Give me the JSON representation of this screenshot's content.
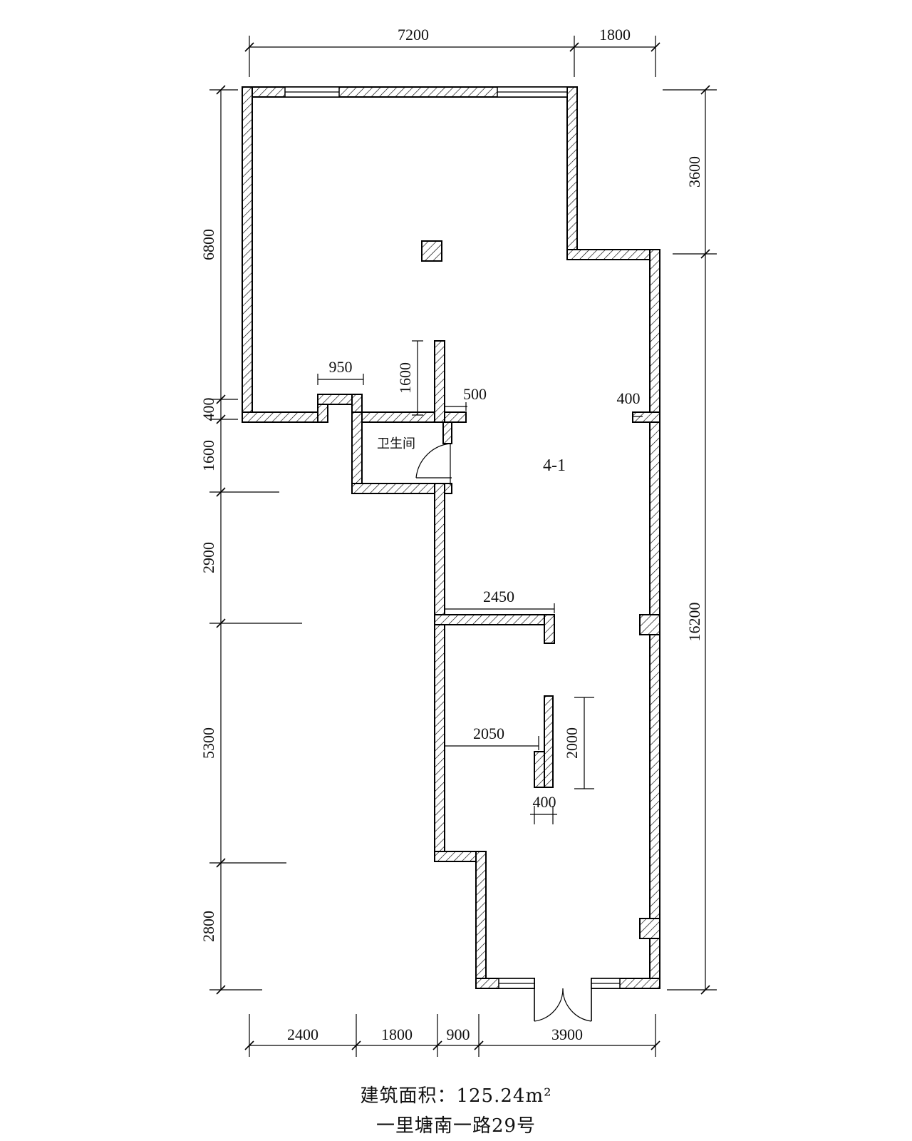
{
  "dimensions": {
    "top": [
      "7200",
      "1800"
    ],
    "bottom": [
      "2400",
      "1800",
      "900",
      "3900"
    ],
    "left": [
      "6800",
      "400",
      "1600",
      "2900",
      "5300",
      "2800"
    ],
    "right": [
      "3600",
      "16200"
    ],
    "interior": {
      "d950": "950",
      "d1600": "1600",
      "d500": "500",
      "d400_right": "400",
      "d2450": "2450",
      "d2050": "2050",
      "d2000": "2000",
      "d400_bottom": "400"
    }
  },
  "labels": {
    "bathroom": "卫生间",
    "unit": "4-1"
  },
  "caption": {
    "area_label": "建筑面积：125.24m²",
    "address": "一里塘南一路29号"
  }
}
